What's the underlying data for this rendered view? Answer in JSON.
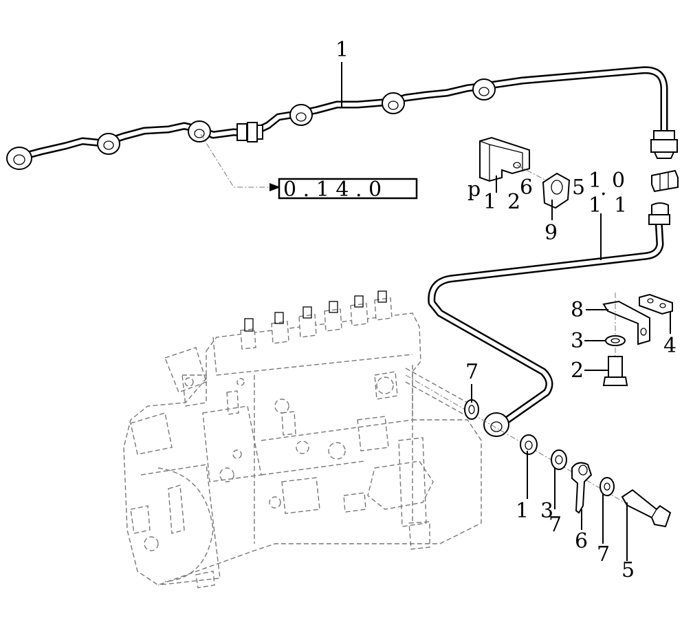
{
  "callouts": {
    "fuel_leakoff_pipe_top": "1",
    "reference_box_text": "0 . 1 4 . 0",
    "bracket_p": "p",
    "bracket_1": "1",
    "bracket_2": "2",
    "bracket_6": "6",
    "clip_5": "5",
    "clip_9": "9",
    "ref_10_a": "1",
    "ref_10_dot": ".",
    "ref_10_b": "0",
    "ref_11_a": "1",
    "ref_11_b": "1",
    "bracket_8": "8",
    "washer_3_upper": "3",
    "bolt_2": "2",
    "bracket_4": "4",
    "washer_7_left": "7",
    "washer_1_lower": "1",
    "washer_3_lower": "3",
    "washer_7_mid": "7",
    "banjo_6": "6",
    "washer_7_right": "7",
    "banjo_bolt_5": "5"
  }
}
